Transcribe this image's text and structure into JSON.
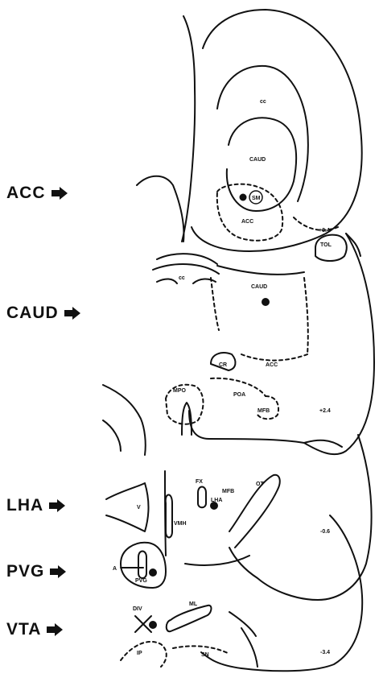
{
  "side_labels": {
    "acc": "ACC",
    "caud": "CAUD",
    "lha": "LHA",
    "pvg": "PVG",
    "vta": "VTA"
  },
  "section_1": {
    "cc": "cc",
    "caud": "CAUD",
    "sm": "SM",
    "acc": "ACC",
    "coord": "+3.4",
    "tol": "TOL",
    "cc_lower": "cc"
  },
  "section_2": {
    "caud": "CAUD",
    "cr": "CR",
    "acc": "ACC",
    "mpo": "MPO",
    "poa": "POA",
    "mfb": "MFB",
    "coord": "+2.4"
  },
  "section_3": {
    "v": "V",
    "fx": "FX",
    "mfb": "MFB",
    "lha": "LHA",
    "ot": "OT",
    "vmh": "VMH",
    "coord": "-0.6"
  },
  "section_4": {
    "a": "A",
    "pvg": "PVG"
  },
  "section_5": {
    "div": "DIV",
    "ml": "ML",
    "ip": "IP",
    "sn": "SN",
    "coord": "-3.4"
  }
}
